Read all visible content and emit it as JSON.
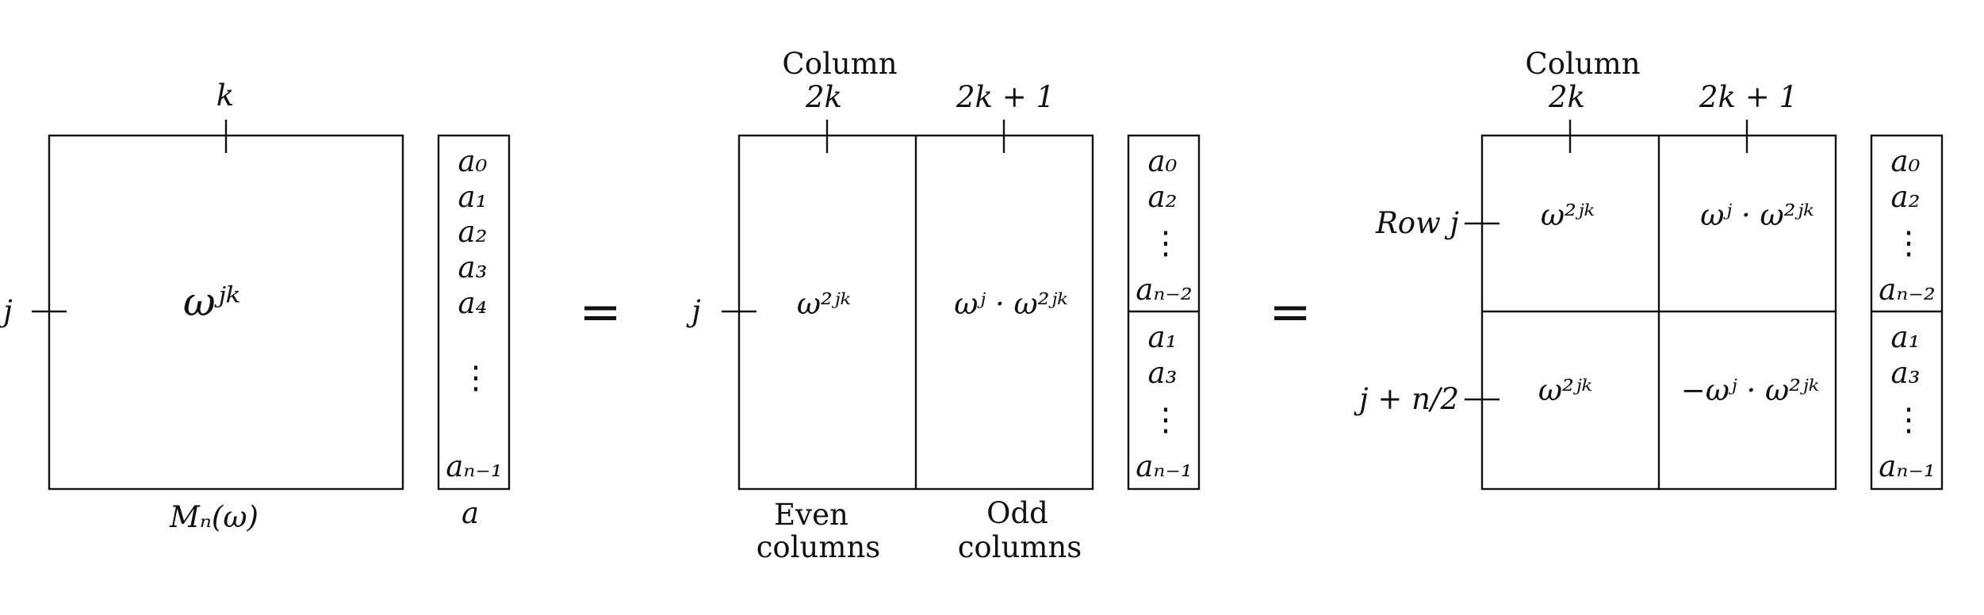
{
  "left": {
    "col_label": "k",
    "row_label": "j",
    "entry": "ωʲᵏ",
    "matrix_label": "Mₙ(ω)",
    "vector_label": "a",
    "vector": [
      "a₀",
      "a₁",
      "a₂",
      "a₃",
      "a₄",
      "⋮",
      "aₙ₋₁"
    ]
  },
  "equals": "=",
  "middle": {
    "column_word": "Column",
    "col_labels": [
      "2k",
      "2k + 1"
    ],
    "row_label": "j",
    "entries": [
      "ω²ʲᵏ",
      "ωʲ · ω²ʲᵏ"
    ],
    "bottom_labels": [
      {
        "line1": "Even",
        "line2": "columns"
      },
      {
        "line1": "Odd",
        "line2": "columns"
      }
    ],
    "vector_top": [
      "a₀",
      "a₂",
      "⋮",
      "aₙ₋₂"
    ],
    "vector_bottom": [
      "a₁",
      "a₃",
      "⋮",
      "aₙ₋₁"
    ]
  },
  "right": {
    "column_word": "Column",
    "col_labels": [
      "2k",
      "2k + 1"
    ],
    "row_labels": [
      "Row j",
      "j + n/2"
    ],
    "entries": [
      [
        "ω²ʲᵏ",
        "ωʲ · ω²ʲᵏ"
      ],
      [
        "ω²ʲᵏ",
        "−ωʲ · ω²ʲᵏ"
      ]
    ],
    "vector_top": [
      "a₀",
      "a₂",
      "⋮",
      "aₙ₋₂"
    ],
    "vector_bottom": [
      "a₁",
      "a₃",
      "⋮",
      "aₙ₋₁"
    ]
  }
}
